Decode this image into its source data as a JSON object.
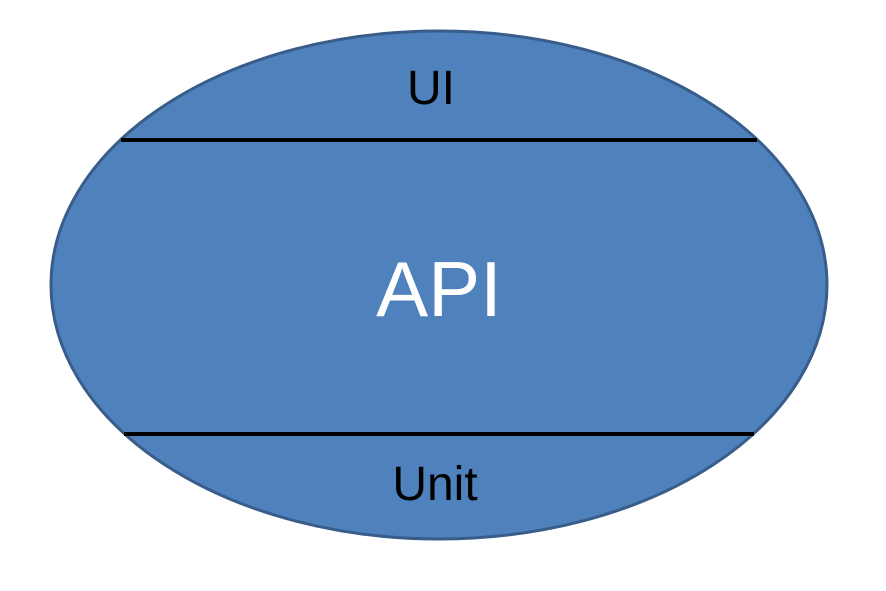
{
  "diagram": {
    "type": "ellipse-layer-diagram",
    "sections": [
      {
        "label": "UI",
        "position": "top",
        "text_color": "#000000"
      },
      {
        "label": "API",
        "position": "middle",
        "text_color": "#ffffff"
      },
      {
        "label": "Unit",
        "position": "bottom",
        "text_color": "#000000"
      }
    ],
    "colors": {
      "ellipse_fill": "#4F81BD",
      "ellipse_border": "#385D8A",
      "divider": "#000000",
      "background": "#ffffff"
    }
  }
}
